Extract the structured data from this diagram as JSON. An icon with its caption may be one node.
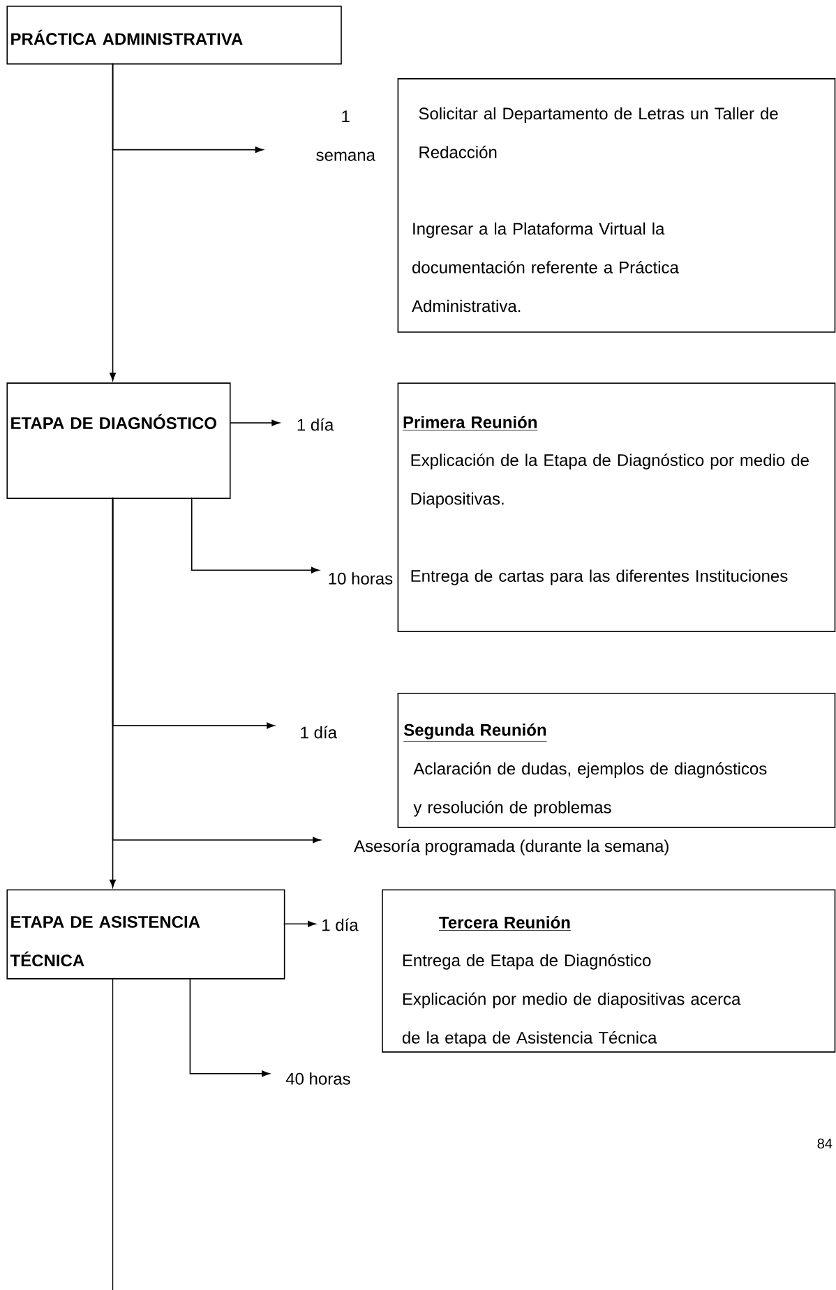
{
  "diagram": {
    "nodes": [
      {
        "text": [
          "PRÁCTICA ADMINISTRATIVA"
        ]
      },
      {
        "text": [
          "Solicitar al Departamento de Letras un Taller de Redacción",
          "Ingresar a la Plataforma Virtual la documentación referente a Práctica Administrativa."
        ],
        "beside": [
          "1 semana"
        ]
      },
      {
        "text": [
          "ETAPA DE DIAGNÓSTICO"
        ]
      },
      {
        "text": [
          "Primera Reunión",
          "Explicación de la Etapa de Diagnóstico por medio de Diapositivas.",
          "Entrega de cartas para las diferentes Instituciones"
        ],
        "beside": [
          "1 día",
          "10 horas"
        ]
      },
      {
        "text": [
          "Segunda Reunión",
          "Aclaración de dudas, ejemplos de diagnósticos y resolución de problemas"
        ],
        "beside": [
          "1 día"
        ]
      },
      {
        "text": [
          "Asesoría programada (durante la semana)"
        ]
      },
      {
        "text": [
          "ETAPA DE ASISTENCIA TÉCNICA"
        ]
      },
      {
        "text": [
          "Tercera Reunión",
          "Entrega de Etapa de Diagnóstico",
          "Explicación por medio de diapositivas acerca de la etapa de Asistencia Técnica"
        ],
        "beside": [
          "1 día"
        ]
      },
      {
        "text": [
          "40 horas"
        ]
      }
    ],
    "edges": [
      {
        "from": 0,
        "to": 1,
        "arrow": "to"
      },
      {
        "from": 0,
        "to": 2,
        "arrow": "to"
      },
      {
        "from": 2,
        "to": 3,
        "arrow": "to"
      },
      {
        "from": 2,
        "to": 3,
        "arrow": "to"
      },
      {
        "from": 2,
        "to": 4,
        "arrow": "to"
      },
      {
        "from": 2,
        "to": 5,
        "arrow": "to"
      },
      {
        "from": 2,
        "to": 6,
        "arrow": "to"
      },
      {
        "from": 6,
        "to": 7,
        "arrow": "to"
      },
      {
        "from": 6,
        "to": 8,
        "arrow": "to"
      },
      {
        "from": 6,
        "to": null,
        "arrow": "none"
      }
    ],
    "labels": [
      "84"
    ]
  }
}
